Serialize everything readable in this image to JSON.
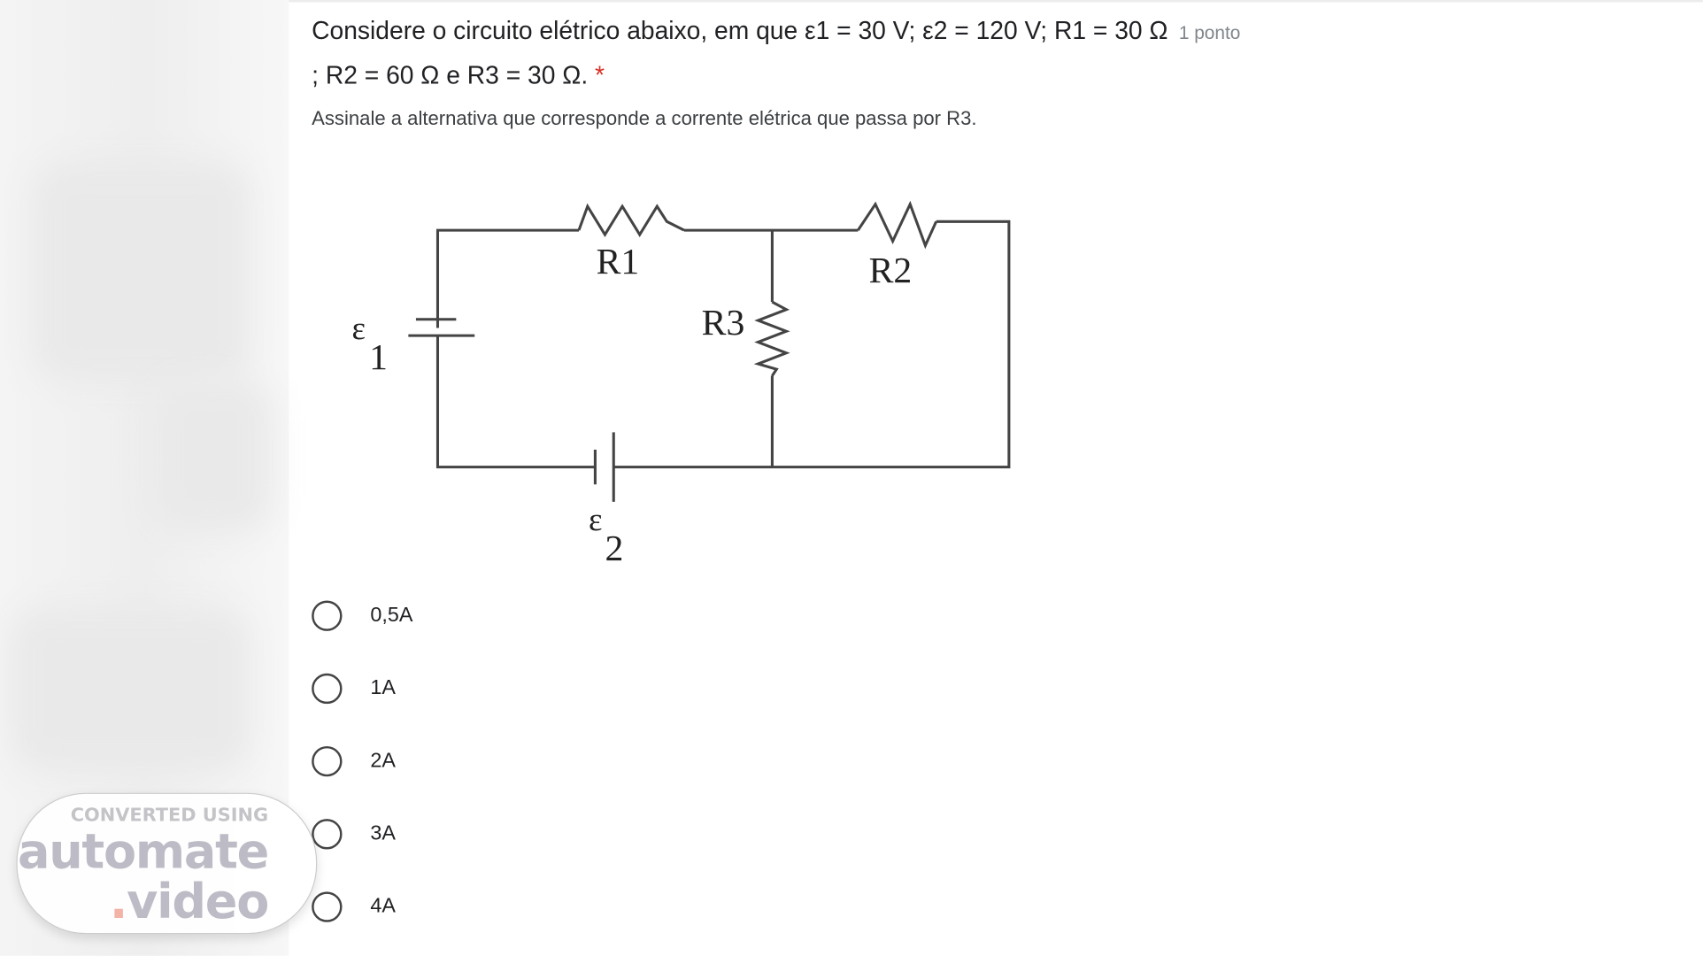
{
  "question": {
    "line1": "Considere o circuito elétrico abaixo, em que ε1 = 30 V; ε2 = 120 V; R1 = 30 Ω",
    "points": "1 ponto",
    "line2": "; R2 = 60 Ω e R3 = 30 Ω.",
    "required_mark": "*",
    "description": "Assinale a alternativa que corresponde a corrente elétrica que passa por R3."
  },
  "circuit": {
    "labels": {
      "r1": "R1",
      "r2": "R2",
      "r3": "R3",
      "e1": "ε",
      "e1_sub": "1",
      "e2": "ε",
      "e2_sub": "2"
    }
  },
  "options": [
    "0,5A",
    "1A",
    "2A",
    "3A",
    "4A"
  ],
  "watermark": {
    "line1": "CONVERTED USING",
    "line2": "automate",
    "dot": ".",
    "line3": "video"
  }
}
